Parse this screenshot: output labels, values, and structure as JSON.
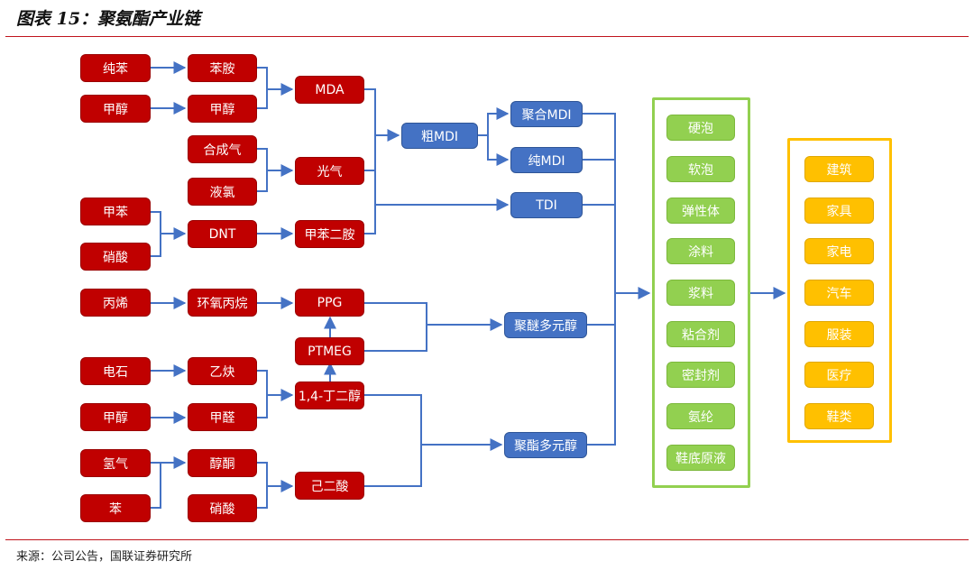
{
  "title": "图表 15：聚氨酯产业链",
  "source": "来源：公司公告，国联证券研究所",
  "colors": {
    "accent_rule": "#c0141c",
    "raw_material": "#c00000",
    "intermediate_product": "#4472c4",
    "downstream_material": "#92d050",
    "application": "#ffc000",
    "connector": "#4472c4"
  },
  "raw_materials": [
    "纯苯",
    "甲醇",
    "甲苯",
    "硝酸",
    "丙烯",
    "电石",
    "甲醇",
    "氢气",
    "苯"
  ],
  "first_stage": [
    "苯胺",
    "甲醇",
    "合成气",
    "液氯",
    "DNT",
    "环氧丙烷",
    "乙炔",
    "甲醛",
    "醇酮",
    "硝酸"
  ],
  "second_stage": [
    "MDA",
    "光气",
    "甲苯二胺",
    "PPG",
    "PTMEG",
    "1,4-丁二醇",
    "己二酸"
  ],
  "crude_mdi": "粗MDI",
  "products": [
    "聚合MDI",
    "纯MDI",
    "TDI",
    "聚醚多元醇",
    "聚酯多元醇"
  ],
  "downstream_materials": [
    "硬泡",
    "软泡",
    "弹性体",
    "涂料",
    "浆料",
    "粘合剂",
    "密封剂",
    "氨纶",
    "鞋底原液"
  ],
  "applications": [
    "建筑",
    "家具",
    "家电",
    "汽车",
    "服装",
    "医疗",
    "鞋类"
  ]
}
